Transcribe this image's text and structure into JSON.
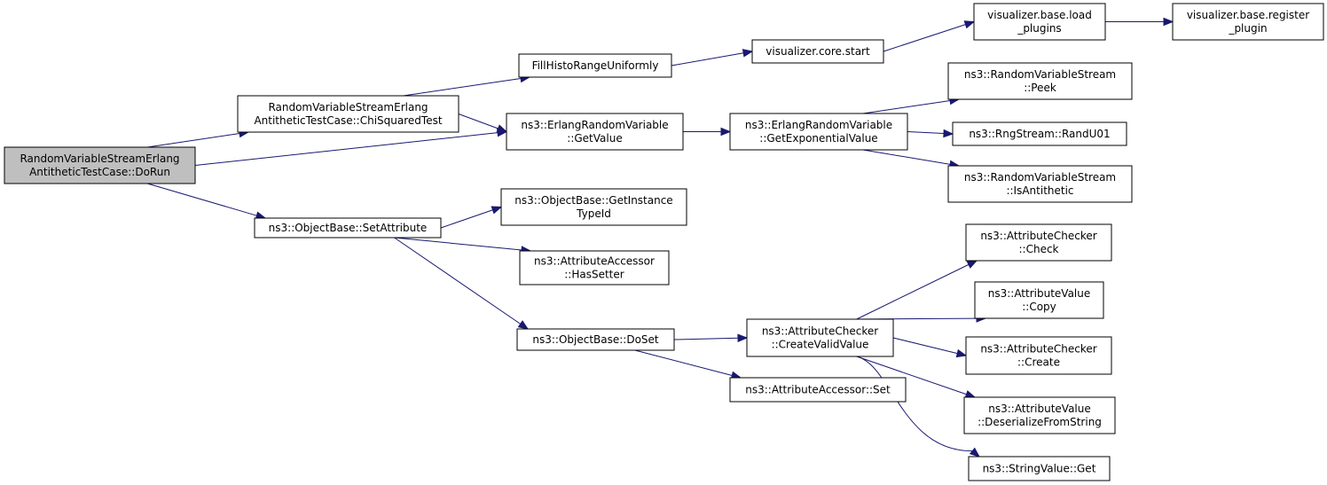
{
  "graph": {
    "nodes": [
      {
        "id": "dorun",
        "lines": [
          "RandomVariableStreamErlang",
          "AntitheticTestCase::DoRun"
        ],
        "root": true
      },
      {
        "id": "chisq",
        "lines": [
          "RandomVariableStreamErlang",
          "AntitheticTestCase::ChiSquaredTest"
        ]
      },
      {
        "id": "fillhisto",
        "lines": [
          "FillHistoRangeUniformly"
        ]
      },
      {
        "id": "vcore",
        "lines": [
          "visualizer.core.start"
        ]
      },
      {
        "id": "vload",
        "lines": [
          "visualizer.base.load",
          "_plugins"
        ]
      },
      {
        "id": "vreg",
        "lines": [
          "visualizer.base.register",
          "_plugin"
        ]
      },
      {
        "id": "erlget",
        "lines": [
          "ns3::ErlangRandomVariable",
          "::GetValue"
        ]
      },
      {
        "id": "erlexp",
        "lines": [
          "ns3::ErlangRandomVariable",
          "::GetExponentialValue"
        ]
      },
      {
        "id": "peek",
        "lines": [
          "ns3::RandomVariableStream",
          "::Peek"
        ]
      },
      {
        "id": "randu01",
        "lines": [
          "ns3::RngStream::RandU01"
        ]
      },
      {
        "id": "isanti",
        "lines": [
          "ns3::RandomVariableStream",
          "::IsAntithetic"
        ]
      },
      {
        "id": "setattr",
        "lines": [
          "ns3::ObjectBase::SetAttribute"
        ]
      },
      {
        "id": "getinst",
        "lines": [
          "ns3::ObjectBase::GetInstance",
          "TypeId"
        ]
      },
      {
        "id": "hassetter",
        "lines": [
          "ns3::AttributeAccessor",
          "::HasSetter"
        ]
      },
      {
        "id": "doset",
        "lines": [
          "ns3::ObjectBase::DoSet"
        ]
      },
      {
        "id": "createvalid",
        "lines": [
          "ns3::AttributeChecker",
          "::CreateValidValue"
        ]
      },
      {
        "id": "accset",
        "lines": [
          "ns3::AttributeAccessor::Set"
        ]
      },
      {
        "id": "check",
        "lines": [
          "ns3::AttributeChecker",
          "::Check"
        ]
      },
      {
        "id": "copy",
        "lines": [
          "ns3::AttributeValue",
          "::Copy"
        ]
      },
      {
        "id": "create",
        "lines": [
          "ns3::AttributeChecker",
          "::Create"
        ]
      },
      {
        "id": "deser",
        "lines": [
          "ns3::AttributeValue",
          "::DeserializeFromString"
        ]
      },
      {
        "id": "strget",
        "lines": [
          "ns3::StringValue::Get"
        ]
      }
    ],
    "edges": [
      {
        "from": "dorun",
        "to": "chisq"
      },
      {
        "from": "dorun",
        "to": "erlget"
      },
      {
        "from": "dorun",
        "to": "setattr"
      },
      {
        "from": "chisq",
        "to": "fillhisto"
      },
      {
        "from": "chisq",
        "to": "erlget"
      },
      {
        "from": "fillhisto",
        "to": "vcore"
      },
      {
        "from": "vcore",
        "to": "vload"
      },
      {
        "from": "vload",
        "to": "vreg"
      },
      {
        "from": "erlget",
        "to": "erlexp"
      },
      {
        "from": "erlexp",
        "to": "peek"
      },
      {
        "from": "erlexp",
        "to": "randu01"
      },
      {
        "from": "erlexp",
        "to": "isanti"
      },
      {
        "from": "setattr",
        "to": "getinst"
      },
      {
        "from": "setattr",
        "to": "hassetter"
      },
      {
        "from": "setattr",
        "to": "doset"
      },
      {
        "from": "doset",
        "to": "createvalid"
      },
      {
        "from": "doset",
        "to": "accset"
      },
      {
        "from": "createvalid",
        "to": "check"
      },
      {
        "from": "createvalid",
        "to": "copy"
      },
      {
        "from": "createvalid",
        "to": "create"
      },
      {
        "from": "createvalid",
        "to": "deser"
      },
      {
        "from": "createvalid",
        "to": "strget"
      }
    ],
    "colors": {
      "edge": "#191970",
      "root_fill": "#bfbfbf",
      "node_fill": "#ffffff",
      "border": "#000000"
    }
  }
}
